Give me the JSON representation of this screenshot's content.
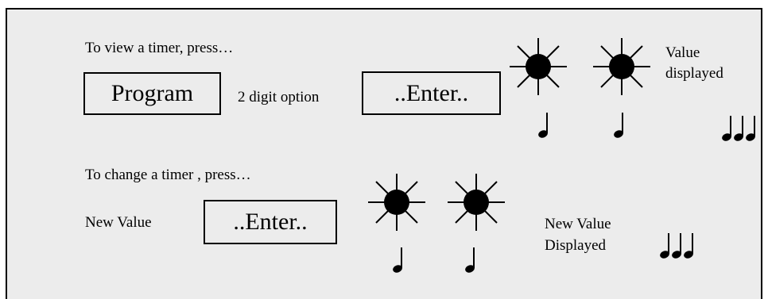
{
  "view_section": {
    "heading": "To view a timer, press…",
    "program_key": "Program",
    "digit_option": "2 digit option",
    "enter_key": "..Enter..",
    "result_line1": "Value",
    "result_line2": "displayed"
  },
  "change_section": {
    "heading": "To change a timer , press…",
    "new_value_label": "New Value",
    "enter_key": "..Enter..",
    "result_line1": "New Value",
    "result_line2": "Displayed"
  },
  "icons": {
    "flash": "flashing-light-icon",
    "beep": "beep-note-icon",
    "triple_beep": "triple-beep-icon"
  }
}
